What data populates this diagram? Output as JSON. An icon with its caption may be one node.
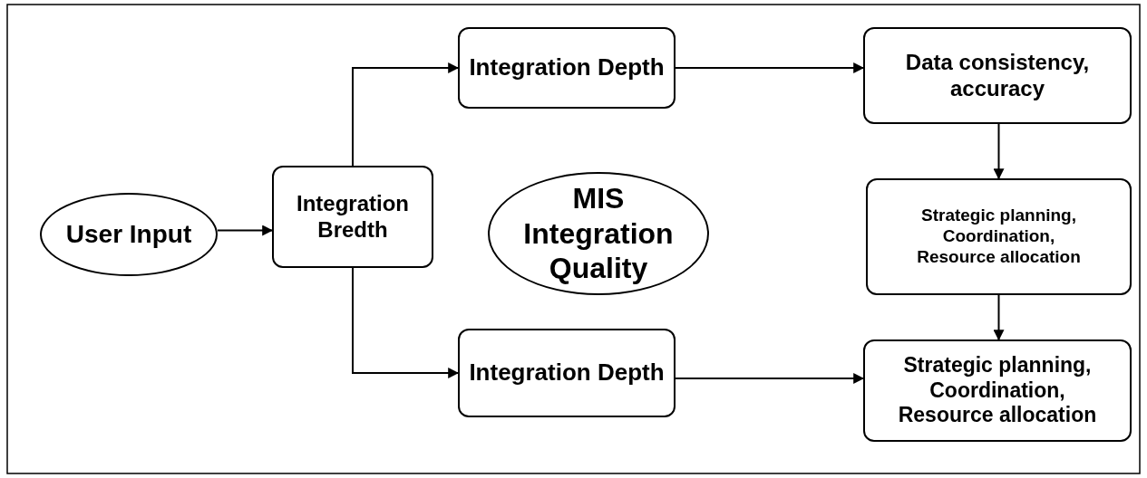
{
  "diagram": {
    "nodes": [
      {
        "text": [
          "User Input"
        ]
      },
      {
        "text": [
          "Integration Bredth"
        ]
      },
      {
        "text": [
          "Integration Depth"
        ]
      },
      {
        "text": [
          "MIS Integration Quality"
        ]
      },
      {
        "text": [
          "Data consistency, accuracy"
        ]
      },
      {
        "text": [
          "Strategic planning, Coordination, Resource allocation"
        ]
      },
      {
        "text": [
          "Integration Depth"
        ]
      },
      {
        "text": [
          "Strategic planning, Coordination, Resource allocation"
        ]
      }
    ],
    "edges": [
      {
        "from": 0,
        "to": 1,
        "arrow": "to"
      },
      {
        "from": 1,
        "to": 2,
        "arrow": "to"
      },
      {
        "from": 1,
        "to": 6,
        "arrow": "to"
      },
      {
        "from": 2,
        "to": 4,
        "arrow": "to"
      },
      {
        "from": 4,
        "to": 5,
        "arrow": "to"
      },
      {
        "from": 5,
        "to": 7,
        "arrow": "to"
      },
      {
        "from": 6,
        "to": 7,
        "arrow": "to"
      }
    ]
  }
}
